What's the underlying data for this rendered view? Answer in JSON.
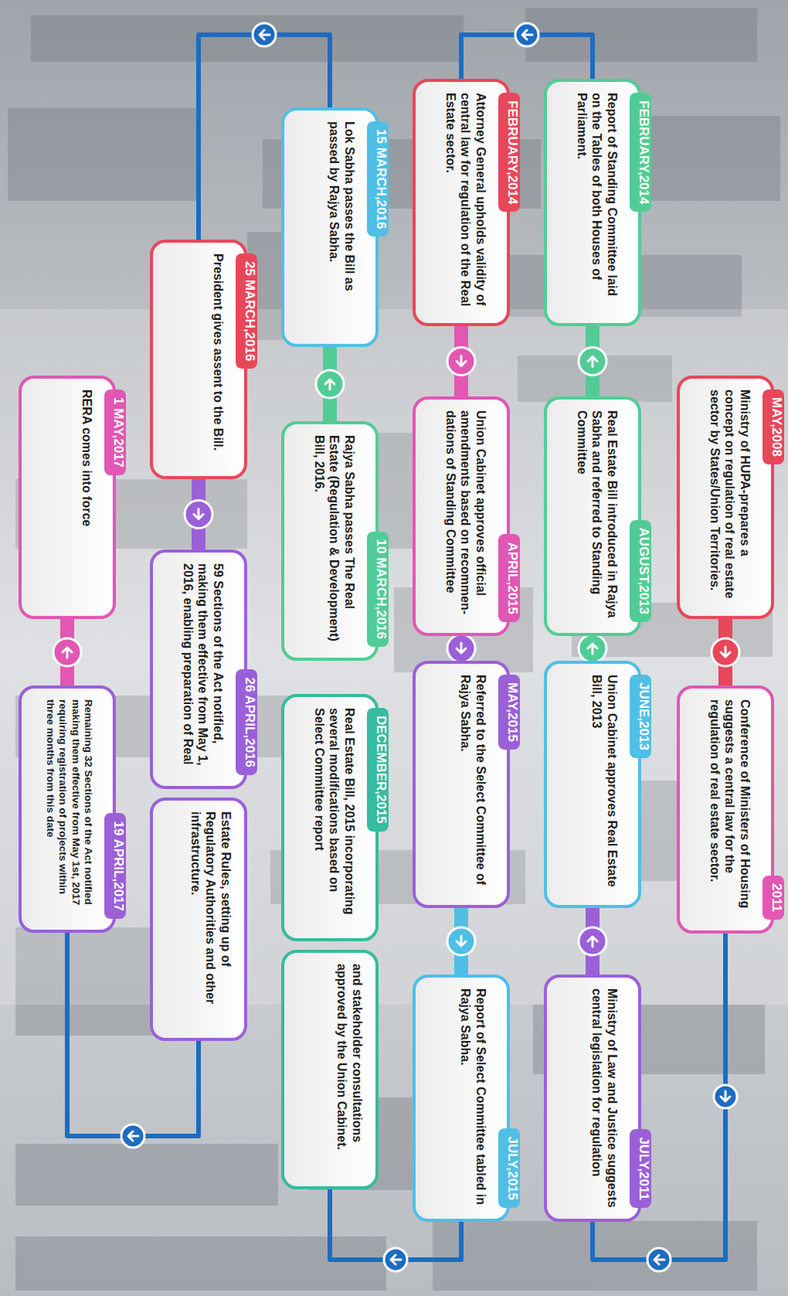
{
  "diagram": {
    "nodes": [
      {
        "text": [
          "MAY,2008",
          "Ministry of HUPA-prepares a concept on regulation of real estate sector by States/Union Territories."
        ]
      },
      {
        "text": [
          "2011",
          "Conference of Ministers of Housing suggests a central law for the regulation of real estate sector."
        ]
      },
      {
        "text": [
          "JULY,2011",
          "Ministry of Law and Justice suggests central legislation for regulation"
        ]
      },
      {
        "text": [
          "JUNE,2013",
          "Union Cabinet approves Real Estate Bill, 2013"
        ]
      },
      {
        "text": [
          "AUGUST,2013",
          "Real Estate Bill introduced in Rajya Sabha and referred to Standing Committee"
        ]
      },
      {
        "text": [
          "FEBRUARY,2014",
          "Report of Standing Committee laid on the Tables of both Houses of Parliament."
        ]
      },
      {
        "text": [
          "FEBRUARY,2014",
          "Attorney General upholds validity of central law for regulation of the Real Estate sector."
        ]
      },
      {
        "text": [
          "APRIL,2015",
          "Union Cabinet approves official amendments based on recommen- dations of Standing Committee"
        ]
      },
      {
        "text": [
          "MAY,2015",
          "Referred to the Select Committee of Rajya Sabha."
        ]
      },
      {
        "text": [
          "JULY,2015",
          "Report of Select Committee tabled in Rajya Sabha."
        ]
      },
      {
        "text": [
          "DECEMBER,2015",
          "Real Estate Bill, 2015 incorporating several modifications based on Select Committee report"
        ]
      },
      {
        "text": [
          "and stakeholder consultations approved by the Union Cabinet."
        ]
      },
      {
        "text": [
          "10 MARCH,2016",
          "Rajya Sabha passes The Real Estate (Regulation & Development) Bill, 2016."
        ]
      },
      {
        "text": [
          "15 MARCH,2016",
          "Lok Sabha passes the Bill as passed by Rajya Sabha."
        ]
      },
      {
        "text": [
          "25 MARCH,2016",
          "President gives assent to the Bill."
        ]
      },
      {
        "text": [
          "26 APRIL,2016",
          "59 Sections of the Act notified, making them effective from May 1, 2016, enabling preparation of Real"
        ]
      },
      {
        "text": [
          "Estate Rules, setting up of Regulatory Authorities and other infrastructure."
        ]
      },
      {
        "text": [
          "19 APRIL,2017",
          "Remaining 32 Sections of the Act notified making them effective from May 1st, 2017 requiring registration of projects within three months from this date"
        ]
      },
      {
        "text": [
          "1 MAY,2017",
          "RERA comes into force"
        ]
      }
    ],
    "edges": [
      {
        "from": 0,
        "to": 1,
        "arrow": "to"
      },
      {
        "from": 1,
        "to": 2,
        "arrow": "to"
      },
      {
        "from": 2,
        "to": 3,
        "arrow": "to"
      },
      {
        "from": 3,
        "to": 4,
        "arrow": "to"
      },
      {
        "from": 4,
        "to": 5,
        "arrow": "to"
      },
      {
        "from": 5,
        "to": 6,
        "arrow": "to"
      },
      {
        "from": 6,
        "to": 7,
        "arrow": "to"
      },
      {
        "from": 7,
        "to": 8,
        "arrow": "to"
      },
      {
        "from": 8,
        "to": 9,
        "arrow": "to"
      },
      {
        "from": 9,
        "to": 11,
        "arrow": "to"
      },
      {
        "from": 12,
        "to": 13,
        "arrow": "to"
      },
      {
        "from": 13,
        "to": 14,
        "arrow": "to"
      },
      {
        "from": 14,
        "to": 15,
        "arrow": "to"
      },
      {
        "from": 16,
        "to": 17,
        "arrow": "to"
      },
      {
        "from": 17,
        "to": 18,
        "arrow": "to"
      }
    ]
  }
}
